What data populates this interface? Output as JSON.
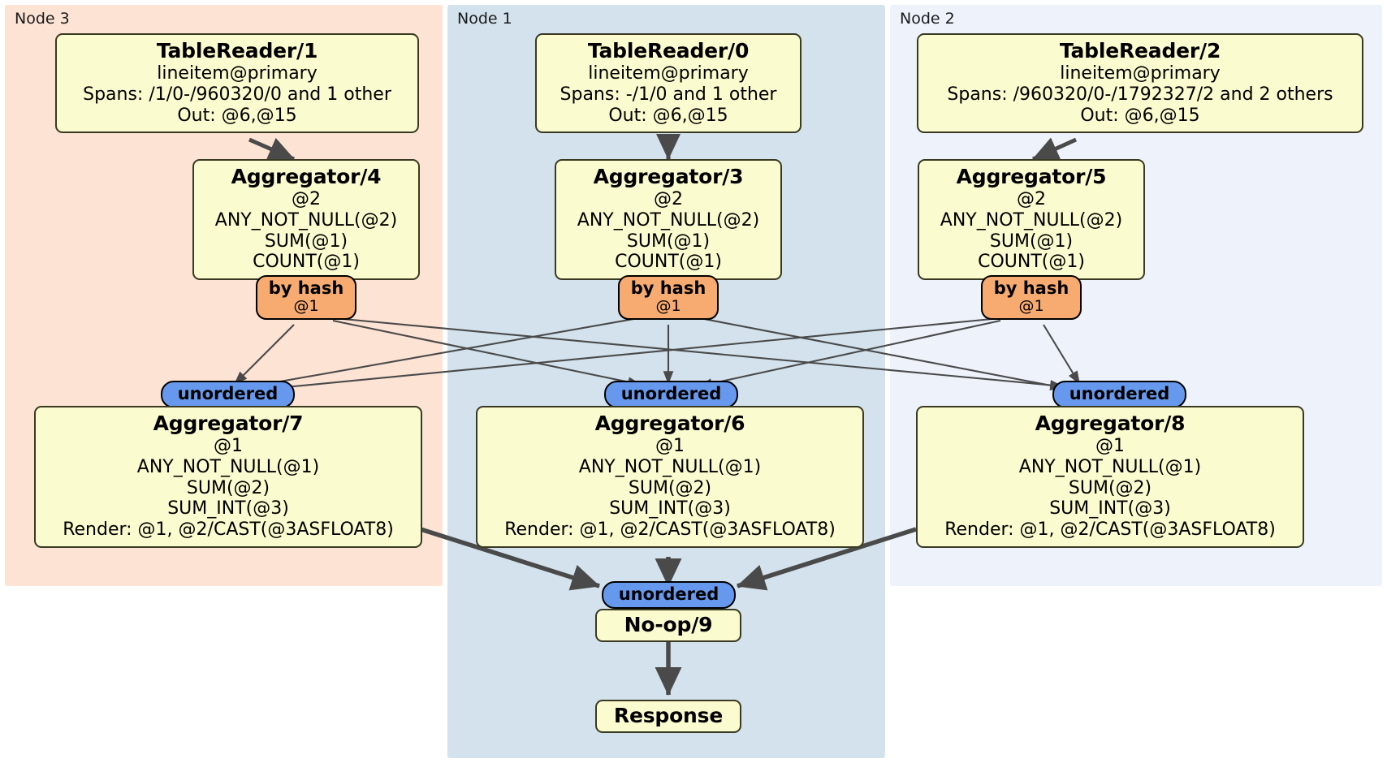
{
  "diagram": {
    "title": "Distributed SQL query execution plan",
    "colors": {
      "node3_panel": "#fce3d4",
      "node1_panel": "#d3e2ec",
      "node2_panel": "#edf2fb",
      "processor_fill": "#fbfbd0",
      "processor_border": "#3a3a22",
      "hash_router_fill": "#f8ab71",
      "unordered_router_fill": "#6699ee",
      "edge_color": "#4a4a4a"
    }
  },
  "panels": [
    {
      "id": "node3",
      "label": "Node 3"
    },
    {
      "id": "node1",
      "label": "Node 1"
    },
    {
      "id": "node2",
      "label": "Node 2"
    }
  ],
  "processors": {
    "table_reader_1": {
      "title": "TableReader/1",
      "lines": [
        "lineitem@primary",
        "Spans: /1/0-/960320/0 and 1 other",
        "Out: @6,@15"
      ]
    },
    "table_reader_0": {
      "title": "TableReader/0",
      "lines": [
        "lineitem@primary",
        "Spans: -/1/0 and 1 other",
        "Out: @6,@15"
      ]
    },
    "table_reader_2": {
      "title": "TableReader/2",
      "lines": [
        "lineitem@primary",
        "Spans: /960320/0-/1792327/2 and 2 others",
        "Out: @6,@15"
      ]
    },
    "aggregator_4": {
      "title": "Aggregator/4",
      "lines": [
        "@2",
        "ANY_NOT_NULL(@2)",
        "SUM(@1)",
        "COUNT(@1)"
      ]
    },
    "aggregator_3": {
      "title": "Aggregator/3",
      "lines": [
        "@2",
        "ANY_NOT_NULL(@2)",
        "SUM(@1)",
        "COUNT(@1)"
      ]
    },
    "aggregator_5": {
      "title": "Aggregator/5",
      "lines": [
        "@2",
        "ANY_NOT_NULL(@2)",
        "SUM(@1)",
        "COUNT(@1)"
      ]
    },
    "aggregator_7": {
      "title": "Aggregator/7",
      "lines": [
        "@1",
        "ANY_NOT_NULL(@1)",
        "SUM(@2)",
        "SUM_INT(@3)",
        "Render: @1, @2/CAST(@3ASFLOAT8)"
      ]
    },
    "aggregator_6": {
      "title": "Aggregator/6",
      "lines": [
        "@1",
        "ANY_NOT_NULL(@1)",
        "SUM(@2)",
        "SUM_INT(@3)",
        "Render: @1, @2/CAST(@3ASFLOAT8)"
      ]
    },
    "aggregator_8": {
      "title": "Aggregator/8",
      "lines": [
        "@1",
        "ANY_NOT_NULL(@1)",
        "SUM(@2)",
        "SUM_INT(@3)",
        "Render: @1, @2/CAST(@3ASFLOAT8)"
      ]
    },
    "noop_9": {
      "title": "No-op/9",
      "lines": []
    },
    "response": {
      "title": "Response",
      "lines": []
    }
  },
  "routers": {
    "hash_left": {
      "title": "by hash",
      "sub": "@1"
    },
    "hash_mid": {
      "title": "by hash",
      "sub": "@1"
    },
    "hash_right": {
      "title": "by hash",
      "sub": "@1"
    },
    "unordered_left": {
      "title": "unordered"
    },
    "unordered_mid": {
      "title": "unordered"
    },
    "unordered_right": {
      "title": "unordered"
    },
    "unordered_final": {
      "title": "unordered"
    }
  }
}
